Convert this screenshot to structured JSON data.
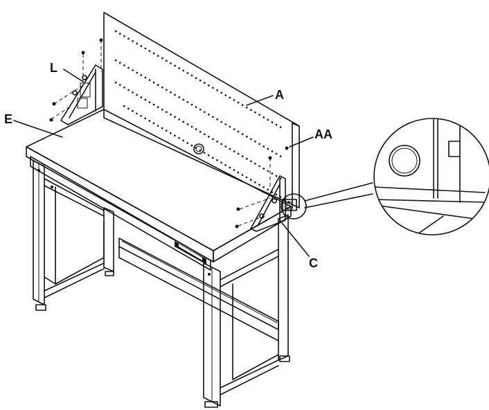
{
  "labels": {
    "L": "L",
    "A": "A",
    "E": "E",
    "AA": "AA",
    "C": "C"
  }
}
